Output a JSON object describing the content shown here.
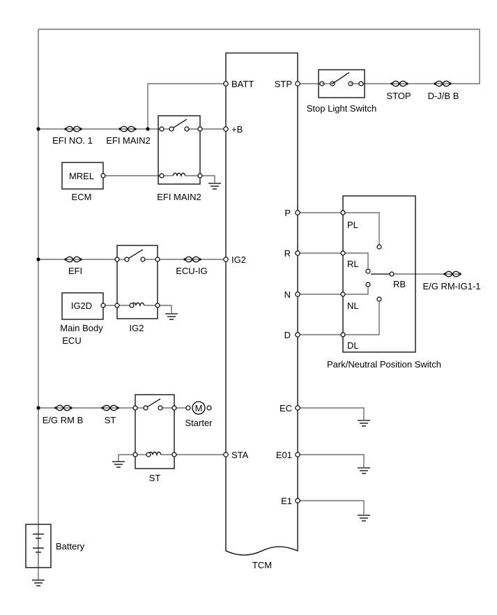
{
  "tcm": {
    "label": "TCM",
    "pins": {
      "batt": "BATT",
      "plus_b": "+B",
      "ig2": "IG2",
      "sta": "STA",
      "stp": "STP",
      "p": "P",
      "r": "R",
      "n": "N",
      "d": "D",
      "ec": "EC",
      "e01": "E01",
      "e1": "E1"
    }
  },
  "fuses": {
    "efi_no1": "EFI NO. 1",
    "efi_main2": "EFI MAIN2",
    "efi": "EFI",
    "ecu_ig": "ECU-IG",
    "eg_rm_b": "E/G RM B",
    "st": "ST",
    "stop": "STOP",
    "djb_b": "D-J/B B",
    "eg_rm_ig1": "E/G RM-IG1-1"
  },
  "relays": {
    "efi_main2": "EFI MAIN2",
    "ig2": "IG2",
    "st": "ST"
  },
  "ecm": {
    "terminal": "MREL",
    "label": "ECM"
  },
  "main_body_ecu": {
    "terminal": "IG2D",
    "label_line1": "Main Body",
    "label_line2": "ECU"
  },
  "starter": {
    "symbol": "M",
    "label": "Starter"
  },
  "battery": {
    "label": "Battery"
  },
  "stop_light_switch": {
    "label": "Stop Light Switch"
  },
  "pnp_switch": {
    "label": "Park/Neutral Position Switch",
    "terminals": {
      "pl": "PL",
      "rl": "RL",
      "nl": "NL",
      "dl": "DL",
      "rb": "RB"
    }
  }
}
